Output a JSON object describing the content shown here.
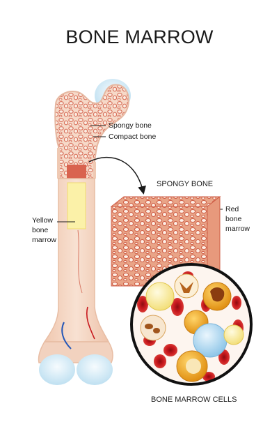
{
  "diagram": {
    "title": "BONE MARROW",
    "labels": {
      "spongy_bone": "Spongy bone",
      "compact_bone": "Compact bone",
      "yellow_marrow_line1": "Yellow",
      "yellow_marrow_line2": "bone",
      "yellow_marrow_line3": "marrow",
      "red_marrow_line1": "Red",
      "red_marrow_line2": "bone",
      "red_marrow_line3": "marrow"
    },
    "section_titles": {
      "cube": "SPONGY BONE",
      "cells": "BONE MARROW CELLS"
    }
  },
  "colors": {
    "bone_shaft": "#f3d3bf",
    "spongy_fill": "#f2c4ad",
    "spongy_strand": "#e0856f",
    "yellow_marrow": "#fbf1a8",
    "red_marrow": "#d9634f",
    "cartilage": "#d4ecf7",
    "red_blood_cell": "#c8191e"
  }
}
